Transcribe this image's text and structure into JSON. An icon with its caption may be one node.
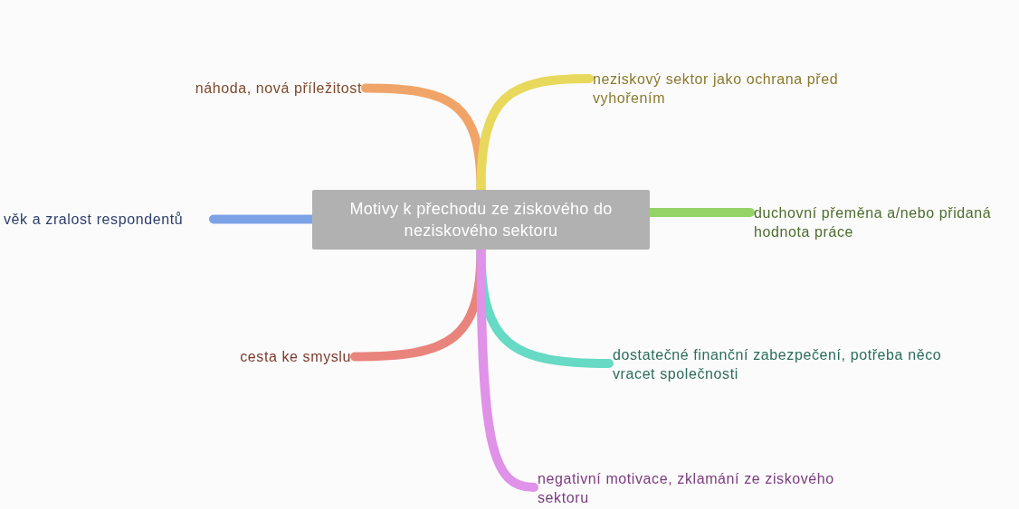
{
  "diagram": {
    "nodes": [
      {
        "text": [
          "Motivy k přechodu ze ziskového do neziskového sektoru"
        ]
      },
      {
        "text": [
          "náhoda, nová příležitost"
        ]
      },
      {
        "text": [
          "neziskový sektor jako ochrana před vyhořením"
        ]
      },
      {
        "text": [
          "věk a zralost respondentů"
        ]
      },
      {
        "text": [
          "duchovní přeměna a/nebo přidaná hodnota práce"
        ]
      },
      {
        "text": [
          "cesta ke smyslu"
        ]
      },
      {
        "text": [
          "dostatečné finanční zabezpečení, potřeba něco vracet společnosti"
        ]
      },
      {
        "text": [
          "negativní motivace, zklamání ze ziskového sektoru"
        ]
      }
    ],
    "edges": [
      {
        "from": 0,
        "to": 1,
        "arrow": "none",
        "color": "#f0a468"
      },
      {
        "from": 0,
        "to": 2,
        "arrow": "none",
        "color": "#e8d85c"
      },
      {
        "from": 0,
        "to": 3,
        "arrow": "none",
        "color": "#7ca2e6"
      },
      {
        "from": 0,
        "to": 4,
        "arrow": "none",
        "color": "#94d466"
      },
      {
        "from": 0,
        "to": 5,
        "arrow": "none",
        "color": "#e8847c"
      },
      {
        "from": 0,
        "to": 6,
        "arrow": "none",
        "color": "#66dac4"
      },
      {
        "from": 0,
        "to": 7,
        "arrow": "none",
        "color": "#df92e8"
      }
    ]
  }
}
